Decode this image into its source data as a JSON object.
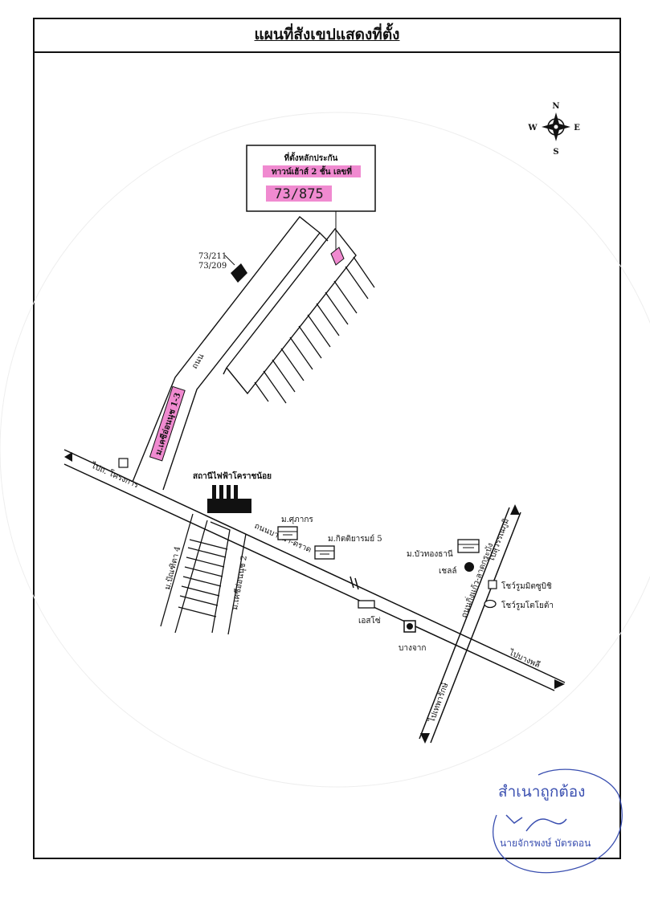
{
  "title": "แผนที่สังเขปแสดงที่ตั้ง",
  "compass": {
    "n": "N",
    "s": "S",
    "e": "E",
    "w": "W"
  },
  "callout": {
    "line1": "ที่ตั้งหลักประกัน",
    "line2": "ทาวน์เฮ้าส์ 2 ชั้น เลขที่",
    "number": "73/875"
  },
  "plot_numbers": {
    "a": "73/211",
    "b": "73/209"
  },
  "labels": {
    "road_inner": "ถนน",
    "village_pink": "ม.เคซีอ่อนนุช 1-3",
    "to_west": "ไปถ. โครงการ",
    "power_station": "สถานีไฟฟ้าโคราชน้อย",
    "village_sukakorn": "ม.ศุภากร",
    "village_kittiyarom": "ม.กิตติยารมย์ 5",
    "main_road": "ถนนบางนา-ตราด",
    "village_baan": "ม.ปัณฑิตา 4",
    "village_kc2": "ม.เคซีอ่อนนุช 2",
    "village_buathong": "ม.บัวทองธานี",
    "shell": "เชลล์",
    "toyota_showroom1": "โชว์รูมมิตซูบิชิ",
    "toyota_showroom2": "โชว์รูมโตโยต้า",
    "ptt": "เอสโซ่",
    "bangchak": "บางจาก",
    "to_north": "ไปสุวรรณภูมิ",
    "to_east": "ไปบางพลี",
    "cross_road": "ถนนกิ่งแก้ว-ลาดกระบัง",
    "to_south": "ไปเทพารักษ์"
  },
  "stamp": {
    "certified": "สำเนาถูกต้อง",
    "name": "นายจักรพงษ์ บัตรดอน"
  },
  "colors": {
    "highlight": "#f08ad0",
    "stamp": "#3a4fb0",
    "ink": "#111111"
  }
}
